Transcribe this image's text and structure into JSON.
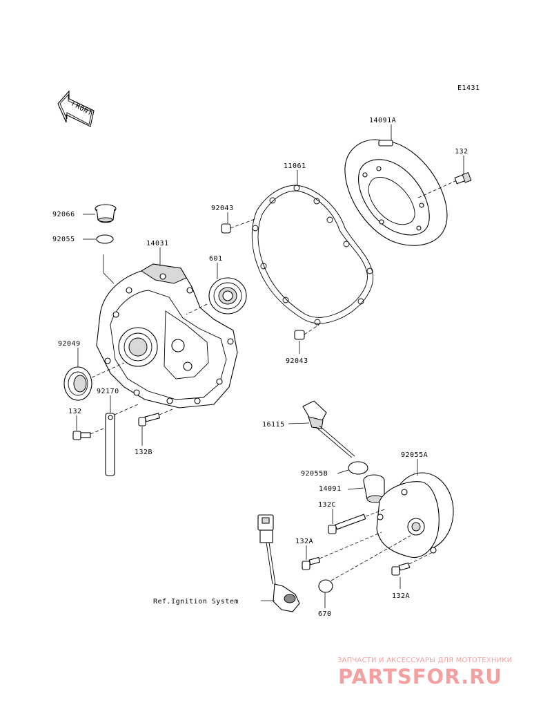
{
  "diagram": {
    "code": "E1431",
    "front_label": "FRONT",
    "ref_label": "Ref.Ignition System",
    "parts": {
      "p14091A": "14091A",
      "p132_top": "132",
      "p11061": "11061",
      "p92043_top": "92043",
      "p92066": "92066",
      "p92055": "92055",
      "p14031": "14031",
      "p601": "601",
      "p92043_bottom": "92043",
      "p92049": "92049",
      "p92170": "92170",
      "p132_left": "132",
      "p132B": "132B",
      "p16115": "16115",
      "p92055A": "92055A",
      "p92055B": "92055B",
      "p14091": "14091",
      "p132C": "132C",
      "p132A_left": "132A",
      "p132A_right": "132A",
      "p670": "670"
    }
  },
  "watermark": {
    "tagline": "ЗАПЧАСТИ И АКСЕССУАРЫ ДЛЯ МОТОТЕХНИКИ",
    "brand": "PARTSFOR.RU"
  }
}
